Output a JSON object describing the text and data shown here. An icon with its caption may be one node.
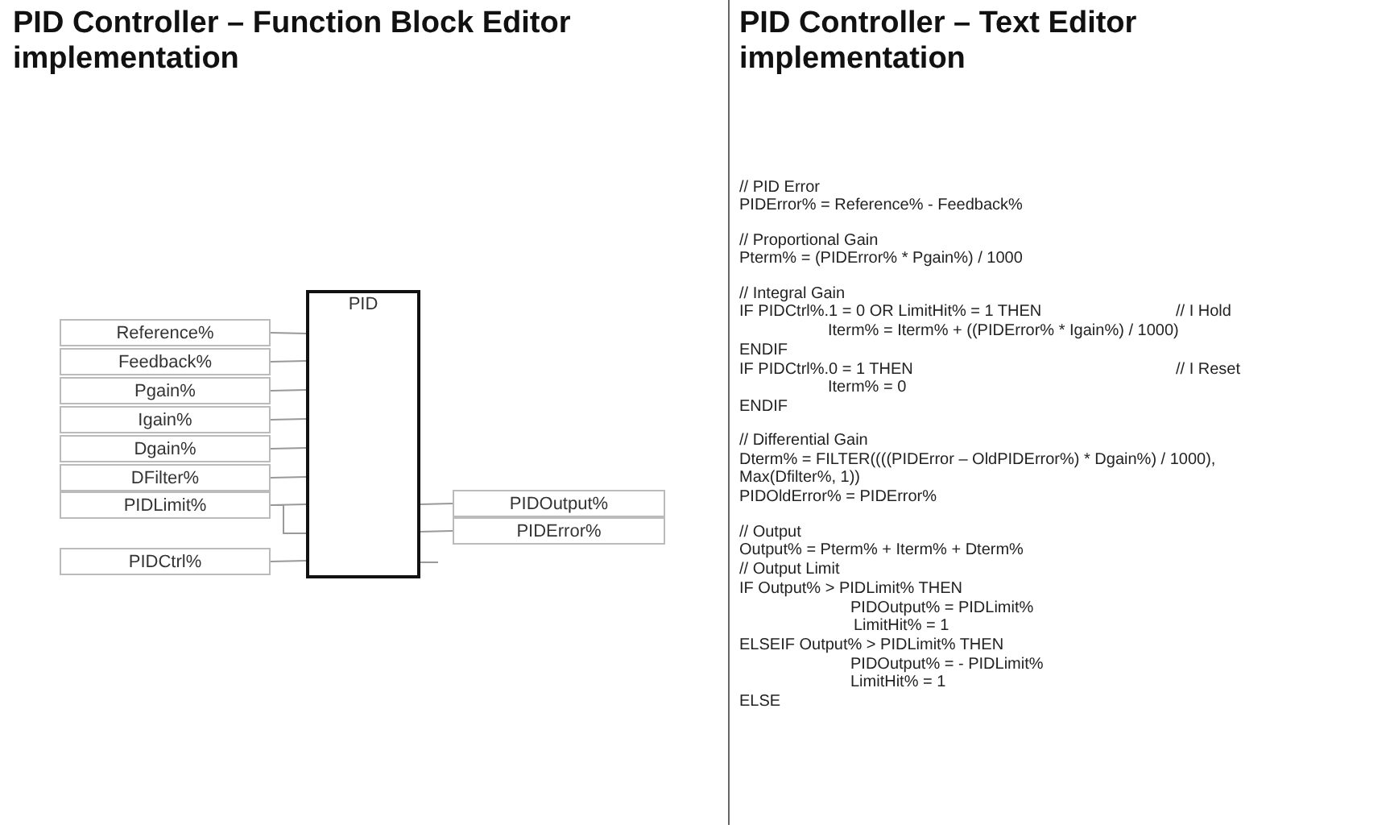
{
  "diagram": {
    "nodes": [
      {
        "text": [
          "PID"
        ]
      },
      {
        "text": [
          "Reference%"
        ]
      },
      {
        "text": [
          "Feedback%"
        ]
      },
      {
        "text": [
          "Pgain%"
        ]
      },
      {
        "text": [
          "Igain%"
        ]
      },
      {
        "text": [
          "Dgain%"
        ]
      },
      {
        "text": [
          "DFilter%"
        ]
      },
      {
        "text": [
          "PIDLimit%"
        ]
      },
      {
        "text": [
          "PIDCtrl%"
        ]
      },
      {
        "text": [
          "PIDOutput%"
        ]
      },
      {
        "text": [
          "PIDError%"
        ]
      }
    ],
    "edges": [
      {
        "from": 1,
        "to": 0,
        "arrow": "none"
      },
      {
        "from": 2,
        "to": 0,
        "arrow": "none"
      },
      {
        "from": 3,
        "to": 0,
        "arrow": "none"
      },
      {
        "from": 4,
        "to": 0,
        "arrow": "none"
      },
      {
        "from": 5,
        "to": 0,
        "arrow": "none"
      },
      {
        "from": 6,
        "to": 0,
        "arrow": "none"
      },
      {
        "from": 7,
        "to": 0,
        "arrow": "none"
      },
      {
        "from": 7,
        "to": 0,
        "arrow": "none"
      },
      {
        "from": 8,
        "to": 0,
        "arrow": "none"
      },
      {
        "from": 0,
        "to": 9,
        "arrow": "none"
      },
      {
        "from": 0,
        "to": 10,
        "arrow": "none"
      }
    ],
    "labels": [
      "PID Controller – Function Block Editor implementation",
      "PID Controller – Text Editor implementation",
      "// PID Error",
      "PIDError% = Reference% - Feedback%",
      "// Proportional Gain",
      "Pterm% = (PIDError% * Pgain%) / 1000",
      "// Integral Gain",
      "IF PIDCtrl%.1 = 0 OR LimitHit% = 1 THEN",
      "// I Hold",
      "Iterm% = Iterm% + ((PIDError% * Igain%) / 1000)",
      "ENDIF",
      "IF PIDCtrl%.0 = 1 THEN",
      "// I Reset",
      "Iterm% = 0",
      "ENDIF",
      "// Differential Gain",
      "Dterm% = FILTER((((PIDError – OldPIDError%) * Dgain%) / 1000),",
      "Max(Dfilter%, 1))",
      "PIDOldError% = PIDError%",
      "// Output",
      "Output% = Pterm% + Iterm% + Dterm%",
      "// Output Limit",
      "IF Output% > PIDLimit% THEN",
      "PIDOutput% = PIDLimit%",
      "LimitHit% = 1",
      "ELSEIF Output% > PIDLimit% THEN",
      "PIDOutput% = - PIDLimit%",
      "LimitHit% = 1",
      "ELSE"
    ]
  }
}
